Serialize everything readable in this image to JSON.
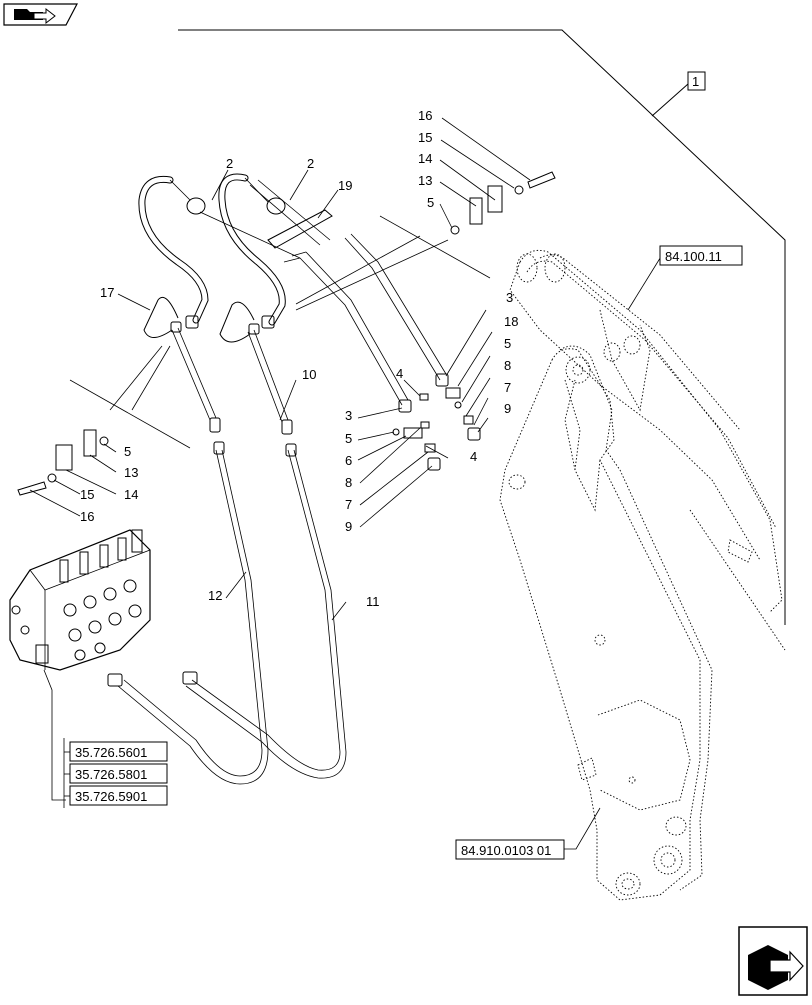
{
  "nav_icon_top": "folder-back-icon",
  "nav_icon_bottom": "next-page-arrow-icon",
  "refs": {
    "item_1": "1",
    "boom": "84.100.11",
    "arm": "84.910.0103 01",
    "valve_a": "35.726.5601",
    "valve_b": "35.726.5801",
    "valve_c": "35.726.5901"
  },
  "callouts": {
    "c2a": "2",
    "c2b": "2",
    "c19": "19",
    "c17": "17",
    "c16t": "16",
    "c15t": "15",
    "c14t": "14",
    "c13t": "13",
    "c5t": "5",
    "c3a": "3",
    "c18": "18",
    "c5r": "5",
    "c8r": "8",
    "c7r": "7",
    "c9r": "9",
    "c4a": "4",
    "c3b": "3",
    "c5m": "5",
    "c6": "6",
    "c8m": "8",
    "c4b": "4",
    "c7m": "7",
    "c9m": "9",
    "c10": "10",
    "c5l": "5",
    "c13l": "13",
    "c15l": "15",
    "c14l": "14",
    "c16l": "16",
    "c12": "12",
    "c11": "11"
  }
}
